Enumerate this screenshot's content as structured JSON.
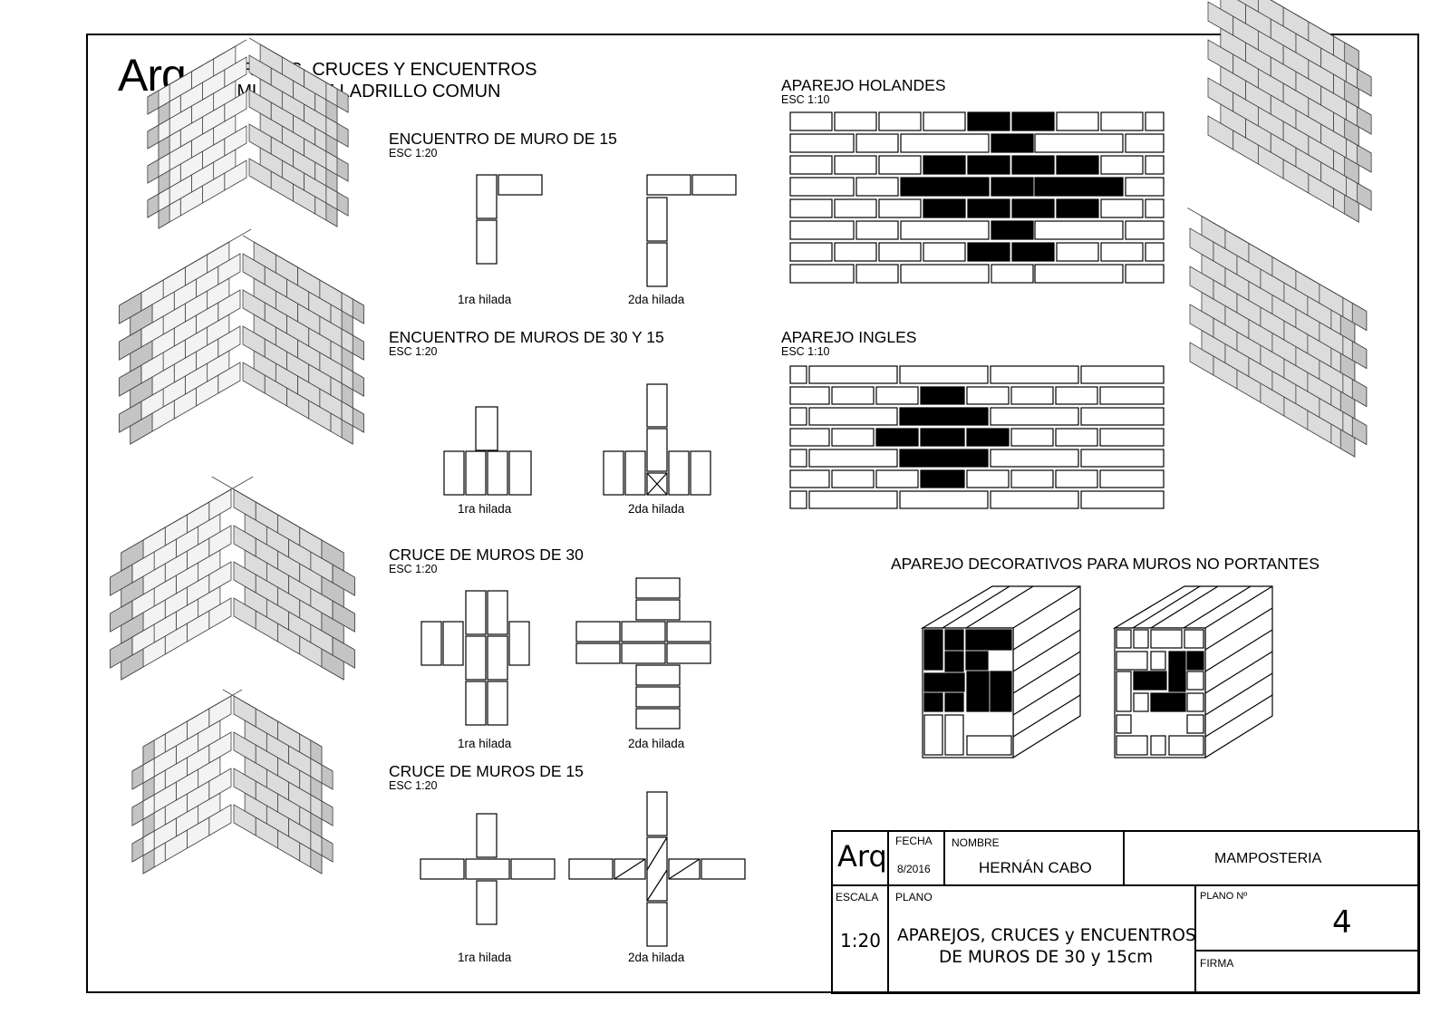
{
  "sheet": {
    "logo": "Arq",
    "title_line1": "APAREJOS, CRUCES Y ENCUENTROS",
    "title_line2": "EN MUROS DE LADRILLO COMUN"
  },
  "sections": {
    "encuentro15": {
      "title": "ENCUENTRO DE MURO DE 15",
      "scale": "ESC 1:20",
      "cap1": "1ra hilada",
      "cap2": "2da hilada"
    },
    "encuentro30y15": {
      "title": "ENCUENTRO DE MUROS DE 30 Y 15",
      "scale": "ESC 1:20",
      "cap1": "1ra hilada",
      "cap2": "2da hilada"
    },
    "cruce30": {
      "title": "CRUCE DE MUROS DE 30",
      "scale": "ESC 1:20",
      "cap1": "1ra hilada",
      "cap2": "2da hilada"
    },
    "cruce15": {
      "title": "CRUCE DE MUROS DE 15",
      "scale": "ESC 1:20",
      "cap1": "1ra hilada",
      "cap2": "2da hilada"
    },
    "holandes": {
      "title": "APAREJO HOLANDES",
      "scale": "ESC 1:10"
    },
    "ingles": {
      "title": "APAREJO INGLES",
      "scale": "ESC 1:10"
    },
    "decorativos": {
      "title": "APAREJO DECORATIVOS PARA MUROS NO PORTANTES"
    }
  },
  "titleblock": {
    "logo": "Arq",
    "fecha_label": "FECHA",
    "fecha": "8/2016",
    "nombre_label": "NOMBRE",
    "nombre": "HERNÁN CABO",
    "materia": "MAMPOSTERIA",
    "escala_label": "ESCALA",
    "escala": "1:20",
    "plano_label": "PLANO",
    "plano_line1": "APAREJOS, CRUCES y ENCUENTROS",
    "plano_line2": "DE MUROS DE 30 y 15cm",
    "plano_no_label": "PLANO Nº",
    "plano_no": "4",
    "firma_label": "FIRMA"
  },
  "colors": {
    "line": "#000000",
    "brick_fill": "#ffffff",
    "header_fill": "#000000",
    "iso_top": "#f3f3f3",
    "iso_side": "#dcdcdc",
    "iso_dark": "#c4c4c4"
  }
}
